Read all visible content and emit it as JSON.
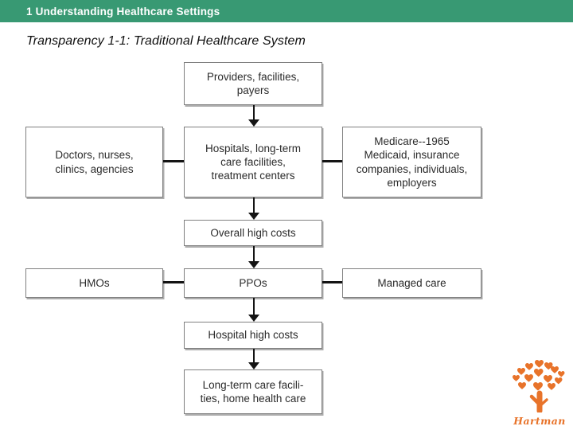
{
  "header": {
    "bar_label": "1 Understanding Healthcare Settings",
    "bar_color": "#389973",
    "text_color": "#ffffff"
  },
  "slide": {
    "title": "Transparency 1-1: Traditional Healthcare System"
  },
  "flowchart": {
    "boxes": {
      "providers": {
        "label": "Providers, facilities,\npayers"
      },
      "doctors": {
        "label": "Doctors, nurses,\nclinics, agencies"
      },
      "hospitals": {
        "label": "Hospitals, long-term\ncare facilities,\ntreatment centers"
      },
      "medicare": {
        "label": "Medicare--1965\nMedicaid, insurance\ncompanies, individuals,\nemployers"
      },
      "overall_costs": {
        "label": "Overall high costs"
      },
      "hmos": {
        "label": "HMOs"
      },
      "ppos": {
        "label": "PPOs"
      },
      "managed_care": {
        "label": "Managed care"
      },
      "hospital_costs": {
        "label": "Hospital high costs"
      },
      "long_term": {
        "label": "Long-term care facili-\nties, home health care"
      }
    },
    "connector_color": "#141414",
    "box_border_color": "#808080"
  },
  "logo": {
    "brand": "Hartman",
    "icon": "heart-tree-icon",
    "color": "#E8732A"
  }
}
